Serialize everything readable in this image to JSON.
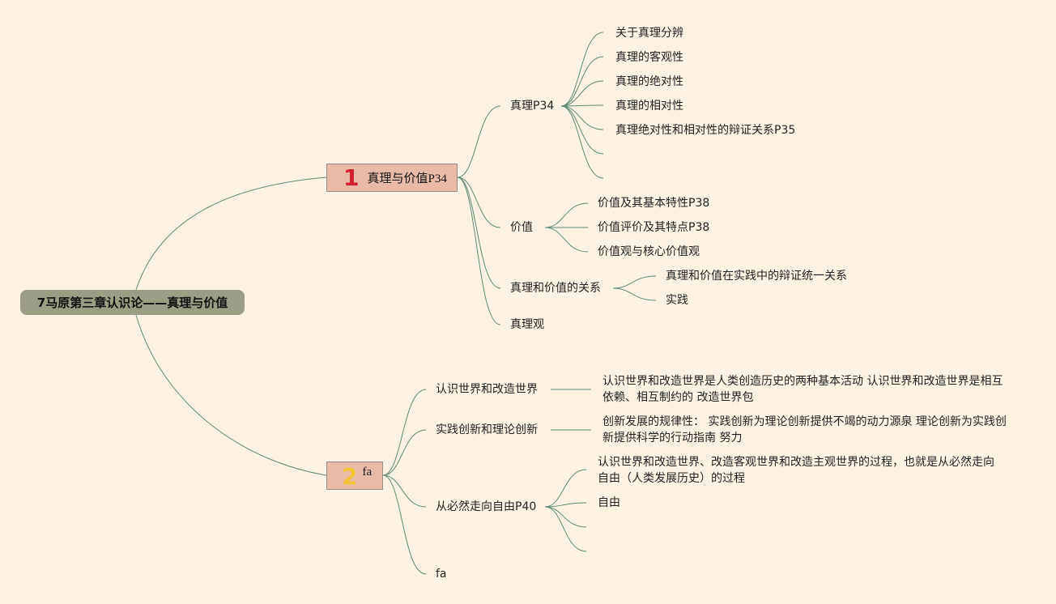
{
  "root": {
    "label": "7马原第三章认识论——真理与价值"
  },
  "topics": [
    {
      "number": "1",
      "number_color": "#d3202f",
      "label": "真理与价值P34",
      "children": [
        {
          "label": "真理P34",
          "children": [
            "关于真理分辨",
            "真理的客观性",
            "真理的绝对性",
            "真理的相对性",
            "真理绝对性和相对性的辩证关系P35",
            "",
            ""
          ]
        },
        {
          "label": "价值",
          "children": [
            "价值及其基本特性P38",
            "价值评价及其特点P38",
            "价值观与核心价值观"
          ]
        },
        {
          "label": "真理和价值的关系",
          "children": [
            "真理和价值在实践中的辩证统一关系",
            "实践"
          ]
        },
        {
          "label": "真理观",
          "children": []
        }
      ]
    },
    {
      "number": "2",
      "number_color": "#f2c335",
      "label": "fa",
      "children": [
        {
          "label": "认识世界和改造世界",
          "children": [
            "认识世界和改造世界是人类创造历史的两种基本活动 认识世界和改造世界是相互依赖、相互制约的 改造世界包"
          ]
        },
        {
          "label": "实践创新和理论创新",
          "children": [
            "创新发展的规律性： 实践创新为理论创新提供不竭的动力源泉 理论创新为实践创新提供科学的行动指南 努力"
          ]
        },
        {
          "label": "从必然走向自由P40",
          "children": [
            "认识世界和改造世界、改造客观世界和改造主观世界的过程，也就是从必然走向自由（人类发展历史）的过程",
            "自由",
            "",
            ""
          ]
        },
        {
          "label": "fa",
          "children": []
        }
      ]
    }
  ],
  "colors": {
    "background": "#fcf3e5",
    "edge": "#5d8a76",
    "root_fill": "#9c9d85",
    "topic_fill": "#e9bba6"
  }
}
